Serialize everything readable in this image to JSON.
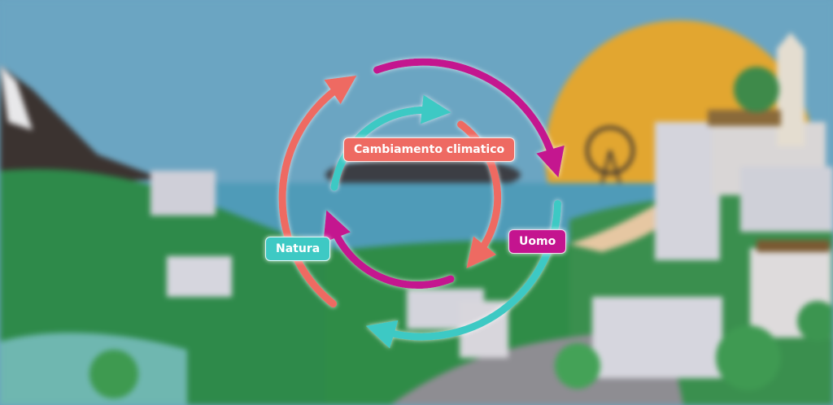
{
  "diagram": {
    "labels": {
      "center": "Cambiamento climatico",
      "left": "Natura",
      "right": "Uomo"
    },
    "colors": {
      "salmon": "#ee6a62",
      "teal": "#3ec9c4",
      "magenta": "#c4148f"
    }
  }
}
